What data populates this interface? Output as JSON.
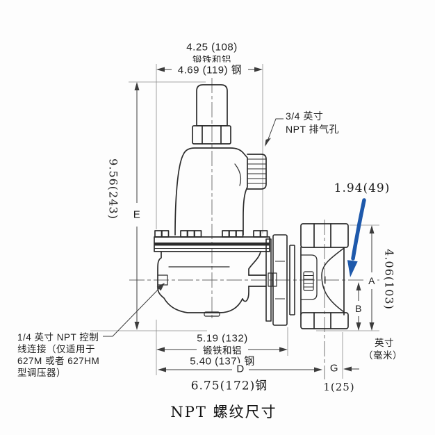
{
  "title": "NPT 螺纹尺寸",
  "units": {
    "line1": "英寸",
    "line2": "（毫米）"
  },
  "top_dimension": {
    "iron_aluminum_value": "4.25 (108)",
    "iron_aluminum_label": "锻铁和铝",
    "steel_value": "4.69 (119) 钢"
  },
  "vent_label": {
    "line1": "3/4 英寸",
    "line2": "NPT 排气孔"
  },
  "height_dimension": {
    "value": "9.56(243)",
    "letter": "E"
  },
  "offset_dimension": {
    "value": "1.94(49)"
  },
  "right_height_dimension": {
    "value": "4.06(103)",
    "letter_a": "A",
    "letter_b": "B"
  },
  "bottom_dimension": {
    "iron_aluminum_value": "5.19 (132)",
    "iron_aluminum_label": "锻铁和铝",
    "steel_value": "5.40 (137) 钢",
    "letter_d": "D",
    "steel_overall_value": "6.75(172)钢",
    "letter_g": "G",
    "g_value": "1(25)"
  },
  "control_note": {
    "line1": "1/4 英寸 NPT 控制",
    "line2": "线连接（仅适用于",
    "line3": "627M 或者 627HM",
    "line4": "型调压器）"
  },
  "colors": {
    "line": "#2b2b2b",
    "dim_line": "#3c3c3c",
    "accent_blue": "#1e59ab"
  }
}
